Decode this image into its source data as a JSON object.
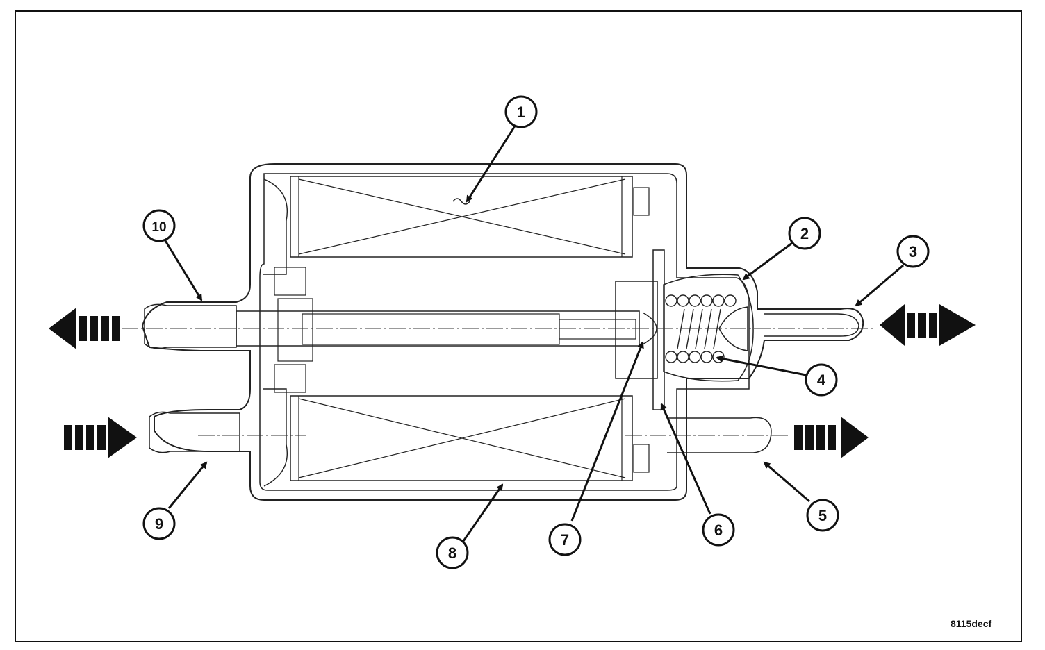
{
  "figure_code": "8115decf",
  "callouts": [
    "1",
    "2",
    "3",
    "4",
    "5",
    "6",
    "7",
    "8",
    "9",
    "10"
  ]
}
